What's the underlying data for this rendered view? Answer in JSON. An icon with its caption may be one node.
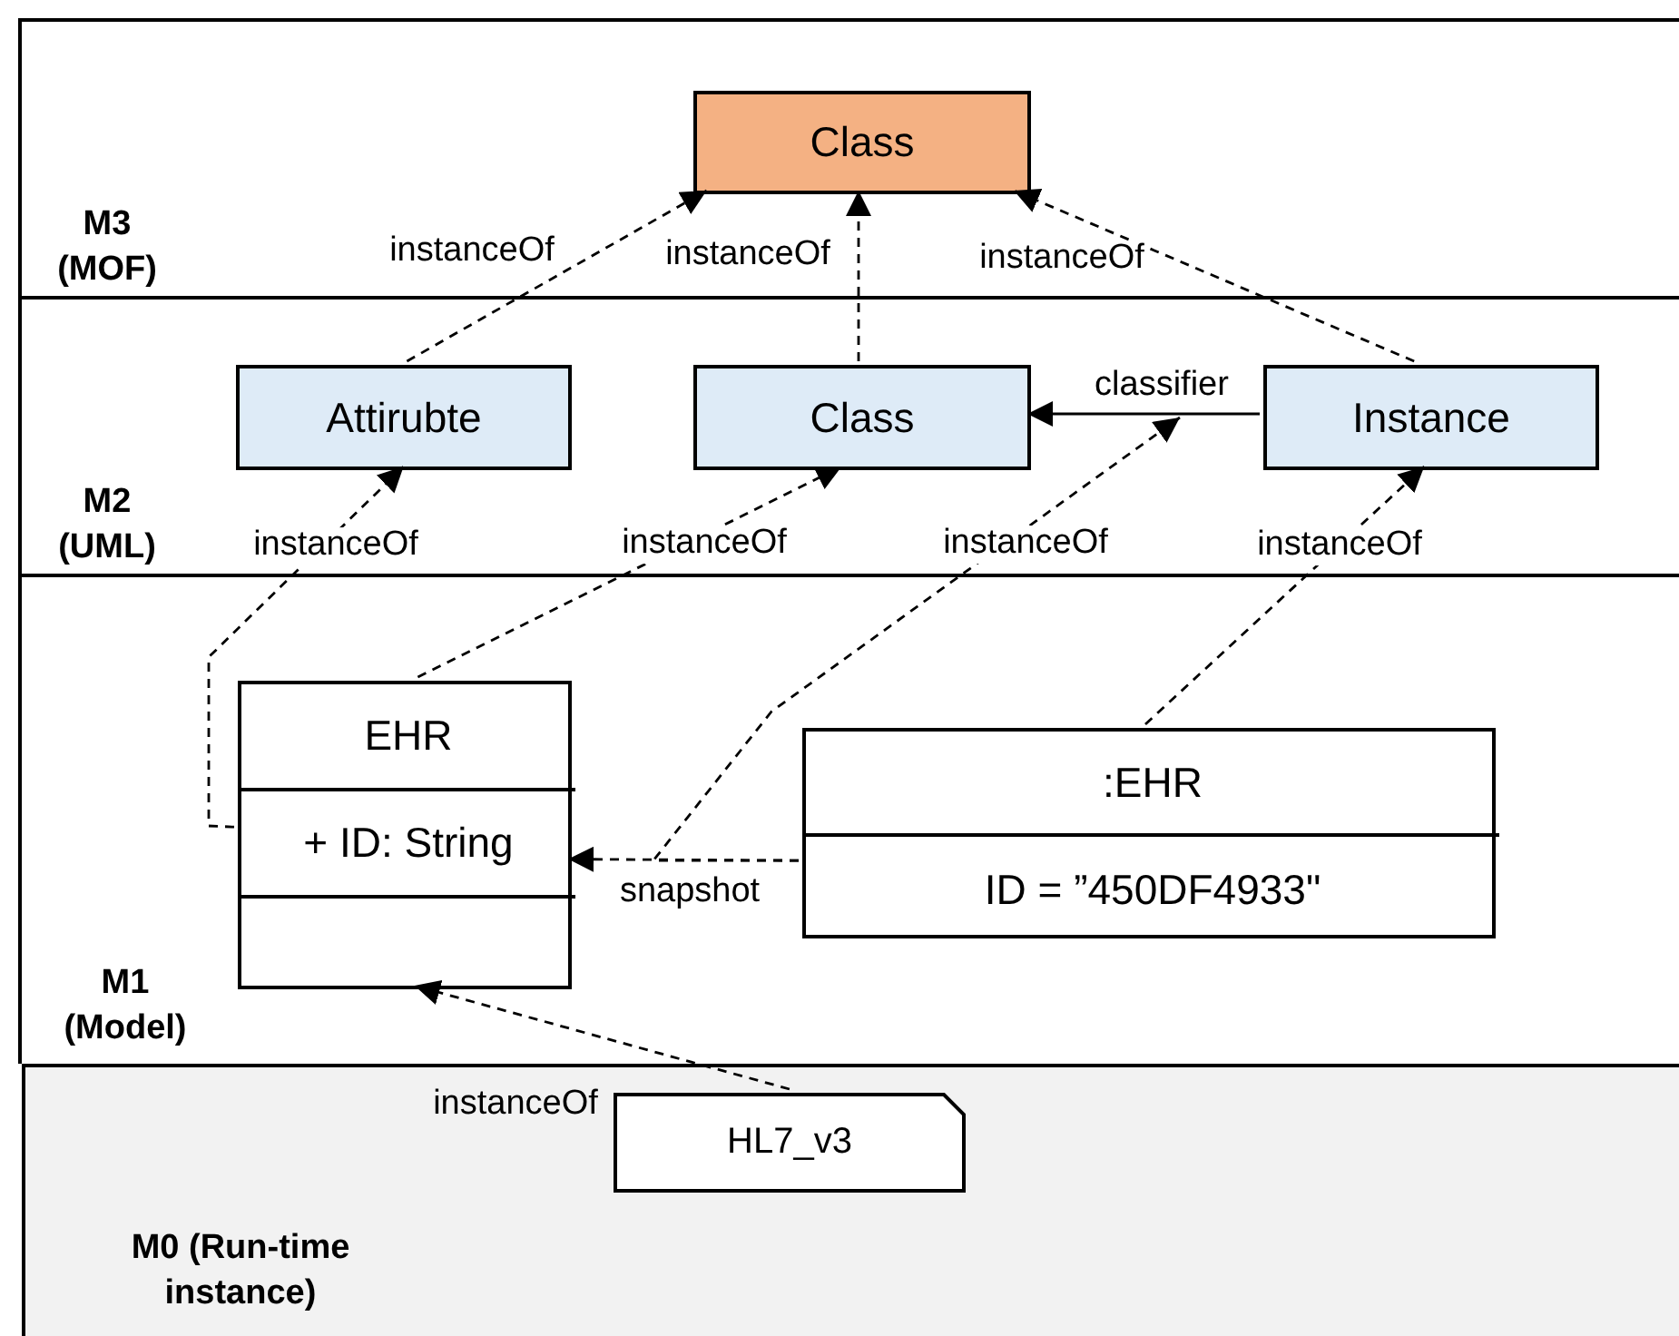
{
  "diagram": {
    "nodes": [
      {
        "text": [
          "M3 (MOF)"
        ]
      },
      {
        "text": [
          "Class"
        ],
        "in": 0
      },
      {
        "text": [
          "M2 (UML)"
        ]
      },
      {
        "text": [
          "Attirubte"
        ],
        "in": 2
      },
      {
        "text": [
          "Class"
        ],
        "in": 2
      },
      {
        "text": [
          "Instance"
        ],
        "in": 2
      },
      {
        "text": [
          "M1 (Model)"
        ]
      },
      {
        "text": [],
        "shape": "box",
        "in": 6
      },
      {
        "text": [
          "EHR"
        ],
        "in": 7
      },
      {
        "text": [
          "+ ID: String"
        ],
        "in": 7
      },
      {
        "text": [],
        "shape": "box",
        "in": 6
      },
      {
        "text": [
          ":EHR"
        ],
        "in": 10
      },
      {
        "text": [
          "ID = ”450DF4933\""
        ],
        "in": 10
      },
      {
        "text": [
          "M0 (Run-time instance)"
        ]
      },
      {
        "text": [
          "HL7_v3"
        ],
        "in": 13
      }
    ],
    "edges": [
      {
        "from": 3,
        "to": 1,
        "arrow": "to",
        "label": "instanceOf",
        "style": "dashed"
      },
      {
        "from": 4,
        "to": 1,
        "arrow": "to",
        "label": "instanceOf",
        "style": "dashed"
      },
      {
        "from": 5,
        "to": 1,
        "arrow": "to",
        "label": "instanceOf",
        "style": "dashed"
      },
      {
        "from": 5,
        "to": 4,
        "arrow": "to",
        "label": "classifier"
      },
      {
        "from": 9,
        "to": 3,
        "arrow": "to",
        "label": "instanceOf",
        "style": "dashed"
      },
      {
        "from": 8,
        "to": 4,
        "arrow": "to",
        "label": "instanceOf",
        "style": "dashed"
      },
      {
        "from": 10,
        "to": 9,
        "arrow": "to",
        "label": "snapshot",
        "style": "dashed"
      },
      {
        "from": 10,
        "to": null,
        "arrow": "to",
        "label": "instanceOf",
        "style": "dashed"
      },
      {
        "from": 10,
        "to": 5,
        "arrow": "to",
        "label": "instanceOf",
        "style": "dashed"
      },
      {
        "from": 14,
        "to": 7,
        "arrow": "to",
        "label": "instanceOf",
        "style": "dashed"
      }
    ]
  }
}
